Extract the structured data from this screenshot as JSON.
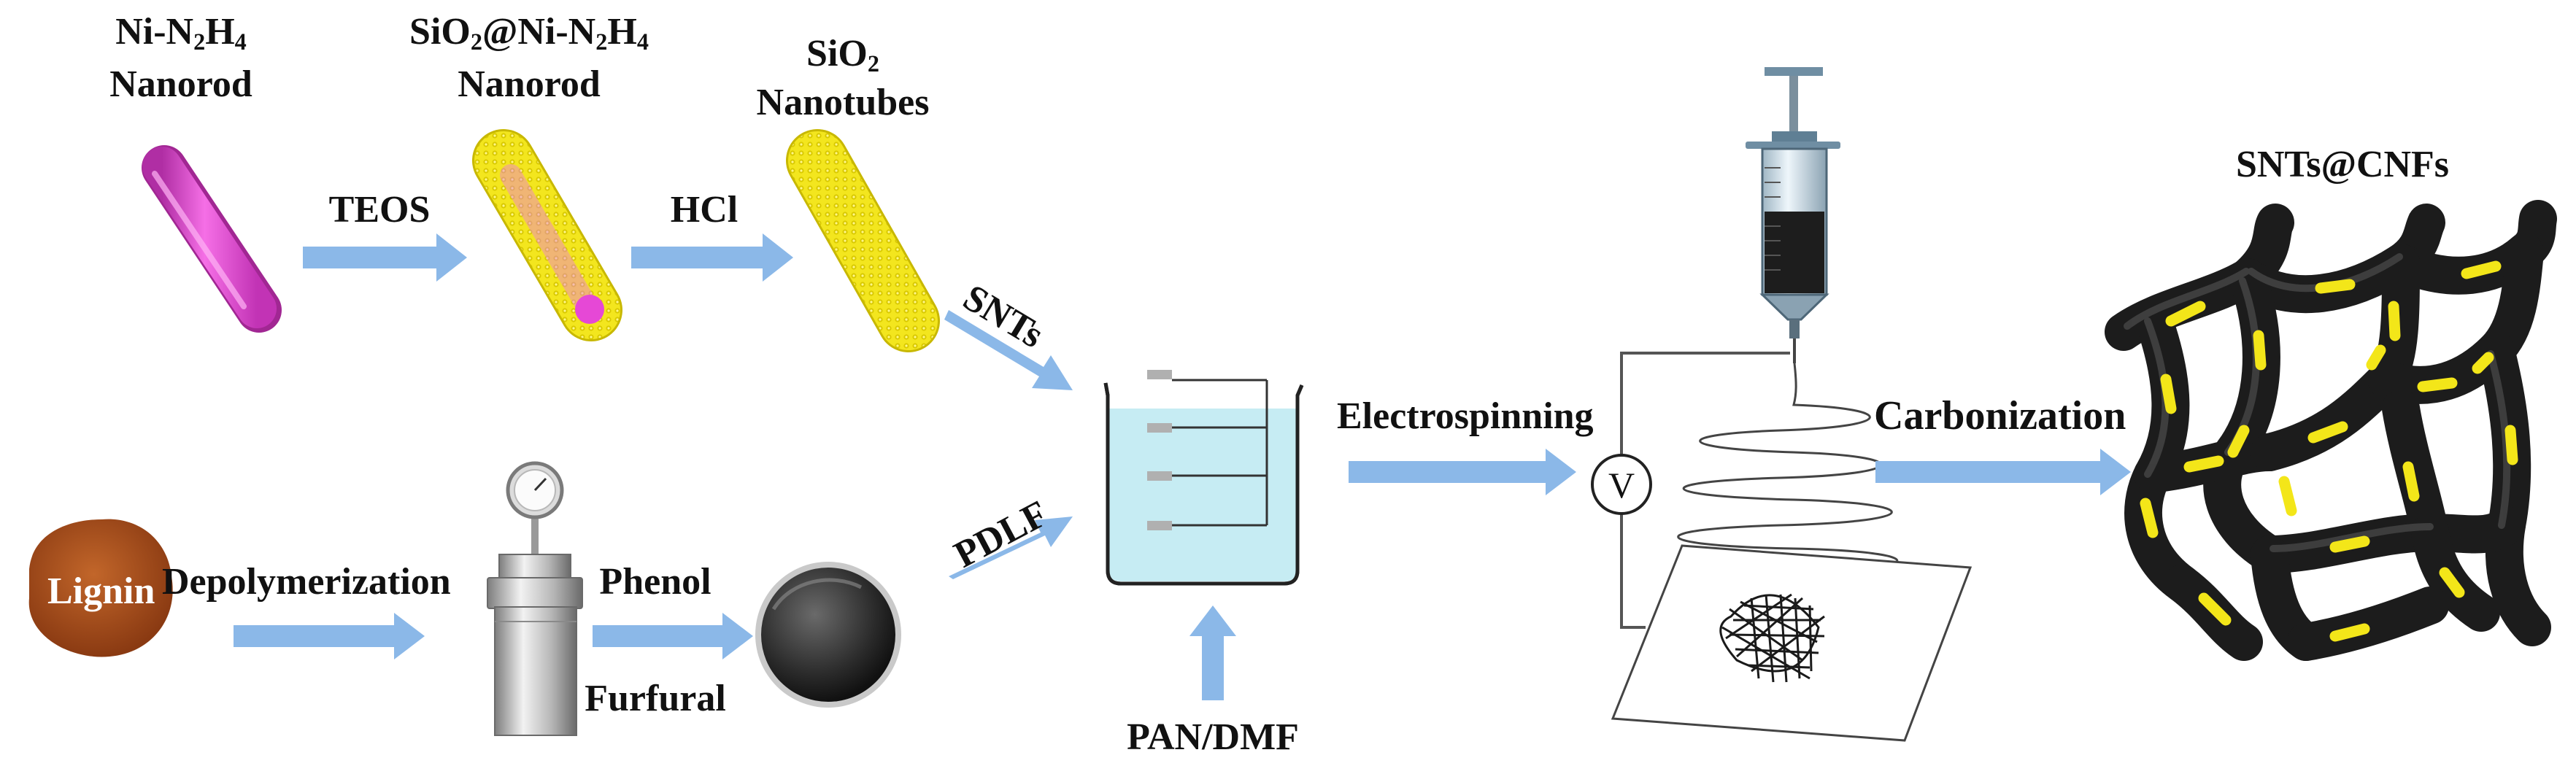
{
  "colors": {
    "arrow": "#8bb8e8",
    "nanorod": "#ea4fd8",
    "silica": "#f1e419",
    "beaker_liquid": "#c6ecf3",
    "fiber": "#2e2e2e",
    "lignin": "#a44e1b"
  },
  "top_row": {
    "nanorod": {
      "line1_a": "Ni-N",
      "line1_sub1": "2",
      "line1_b": "H",
      "line1_sub2": "4",
      "line2": "Nanorod"
    },
    "coated": {
      "line1_a": "SiO",
      "line1_sub1": "2",
      "line1_b": "@Ni-N",
      "line1_sub2": "2",
      "line1_c": "H",
      "line1_sub3": "4",
      "line2": "Nanorod"
    },
    "tubes": {
      "line1_a": "SiO",
      "line1_sub1": "2",
      "line2": "Nanotubes"
    },
    "arrow1_label": "TEOS",
    "arrow2_label": "HCl",
    "arrow3_label": "SNTs"
  },
  "bottom_row": {
    "lignin": "Lignin",
    "step1": "Depolymerization",
    "reagent1": "Phenol",
    "reagent2": "Furfural",
    "arrow_label": "PDLF"
  },
  "solvent": "PAN/DMF",
  "process1": "Electrospinning",
  "voltmeter": "V",
  "process2": "Carbonization",
  "product": "SNTs@CNFs"
}
